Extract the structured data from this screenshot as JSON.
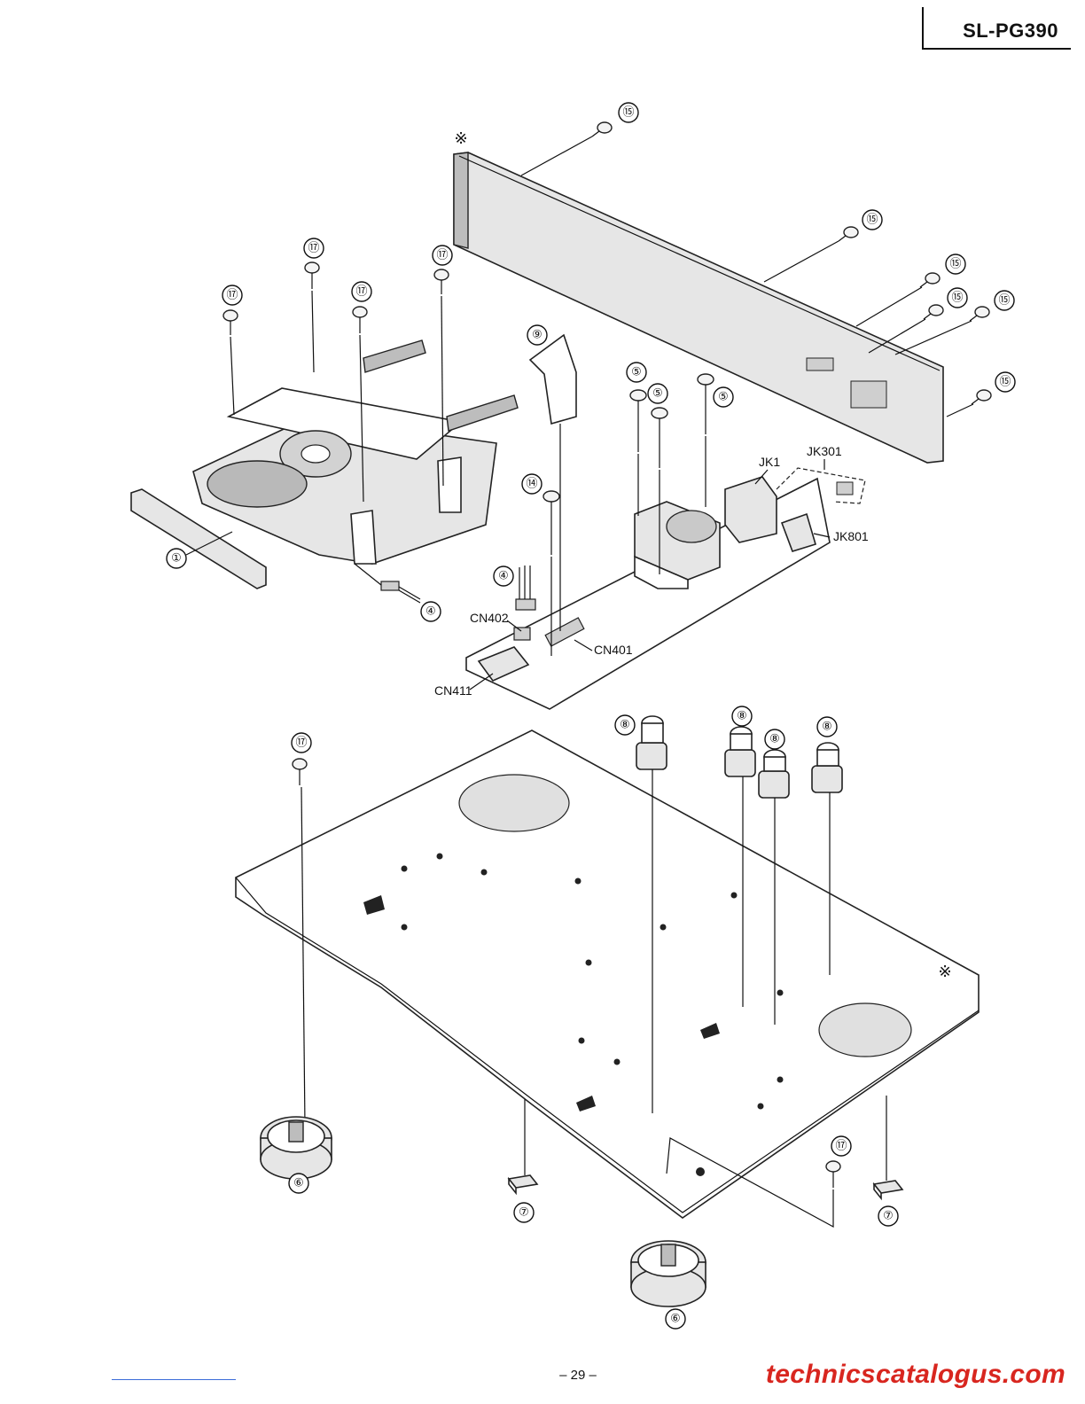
{
  "header": {
    "model": "SL-PG390"
  },
  "footer": {
    "page_number": "– 29 –",
    "watermark": "technicscatalogus.com"
  },
  "diagram": {
    "reference_mark": "※",
    "callouts": {
      "p1": "①",
      "p4": "④",
      "p5": "⑤",
      "p6": "⑥",
      "p7": "⑦",
      "p8": "⑧",
      "p9": "⑨",
      "p14": "⑭",
      "p15": "⑮",
      "p17": "⑰"
    },
    "connectors": {
      "cn401": "CN401",
      "cn402": "CN402",
      "cn411": "CN411",
      "jk1": "JK1",
      "jk301": "JK301",
      "jk801": "JK801"
    }
  }
}
